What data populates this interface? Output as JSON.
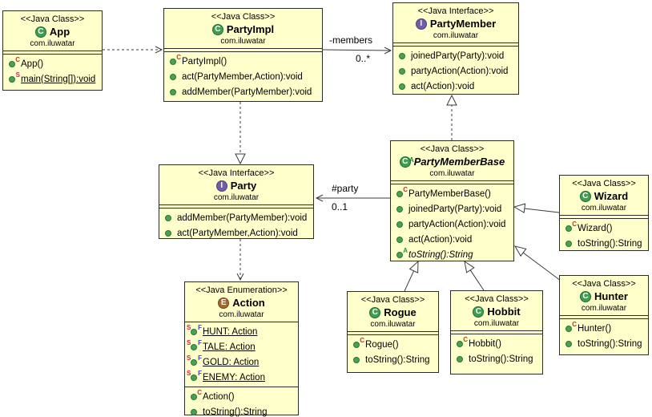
{
  "relations": {
    "members_label": "-members",
    "members_mult": "0..*",
    "party_label": "#party",
    "party_mult": "0..1"
  },
  "classes": {
    "app": {
      "stereotype": "<<Java Class>>",
      "kind": "C",
      "name": "App",
      "package": "com.iluwatar",
      "methods": [
        {
          "label": "App()",
          "sr": "C"
        },
        {
          "label": "main(String[]):void",
          "sr": "S"
        }
      ]
    },
    "partyImpl": {
      "stereotype": "<<Java Class>>",
      "kind": "C",
      "name": "PartyImpl",
      "package": "com.iluwatar",
      "methods": [
        {
          "label": "PartyImpl()",
          "sr": "C"
        },
        {
          "label": "act(PartyMember,Action):void"
        },
        {
          "label": "addMember(PartyMember):void"
        }
      ]
    },
    "partyMember": {
      "stereotype": "<<Java Interface>>",
      "kind": "I",
      "name": "PartyMember",
      "package": "com.iluwatar",
      "methods": [
        {
          "label": "joinedParty(Party):void"
        },
        {
          "label": "partyAction(Action):void"
        },
        {
          "label": "act(Action):void"
        }
      ]
    },
    "party": {
      "stereotype": "<<Java Interface>>",
      "kind": "I",
      "name": "Party",
      "package": "com.iluwatar",
      "methods": [
        {
          "label": "addMember(PartyMember):void"
        },
        {
          "label": "act(PartyMember,Action):void"
        }
      ]
    },
    "partyMemberBase": {
      "stereotype": "<<Java Class>>",
      "kind": "C",
      "kind_mod": "A",
      "name": "PartyMemberBase",
      "package": "com.iluwatar",
      "methods": [
        {
          "label": "PartyMemberBase()",
          "sr": "C"
        },
        {
          "label": "joinedParty(Party):void"
        },
        {
          "label": "partyAction(Action):void"
        },
        {
          "label": "act(Action):void"
        },
        {
          "label": "toString():String",
          "sr": "A"
        }
      ]
    },
    "wizard": {
      "stereotype": "<<Java Class>>",
      "kind": "C",
      "name": "Wizard",
      "package": "com.iluwatar",
      "methods": [
        {
          "label": "Wizard()",
          "sr": "C"
        },
        {
          "label": "toString():String"
        }
      ]
    },
    "hunter": {
      "stereotype": "<<Java Class>>",
      "kind": "C",
      "name": "Hunter",
      "package": "com.iluwatar",
      "methods": [
        {
          "label": "Hunter()",
          "sr": "C"
        },
        {
          "label": "toString():String"
        }
      ]
    },
    "rogue": {
      "stereotype": "<<Java Class>>",
      "kind": "C",
      "name": "Rogue",
      "package": "com.iluwatar",
      "methods": [
        {
          "label": "Rogue()",
          "sr": "C"
        },
        {
          "label": "toString():String"
        }
      ]
    },
    "hobbit": {
      "stereotype": "<<Java Class>>",
      "kind": "C",
      "name": "Hobbit",
      "package": "com.iluwatar",
      "methods": [
        {
          "label": "Hobbit()",
          "sr": "C"
        },
        {
          "label": "toString():String"
        }
      ]
    },
    "action": {
      "stereotype": "<<Java Enumeration>>",
      "kind": "E",
      "name": "Action",
      "package": "com.iluwatar",
      "fields": [
        {
          "label": "HUNT: Action",
          "sl": "S",
          "sr": "F"
        },
        {
          "label": "TALE: Action",
          "sl": "S",
          "sr": "F"
        },
        {
          "label": "GOLD: Action",
          "sl": "S",
          "sr": "F"
        },
        {
          "label": "ENEMY: Action",
          "sl": "S",
          "sr": "F"
        }
      ],
      "methods": [
        {
          "label": "Action()",
          "sr": "C"
        },
        {
          "label": "toString():String"
        }
      ]
    }
  }
}
